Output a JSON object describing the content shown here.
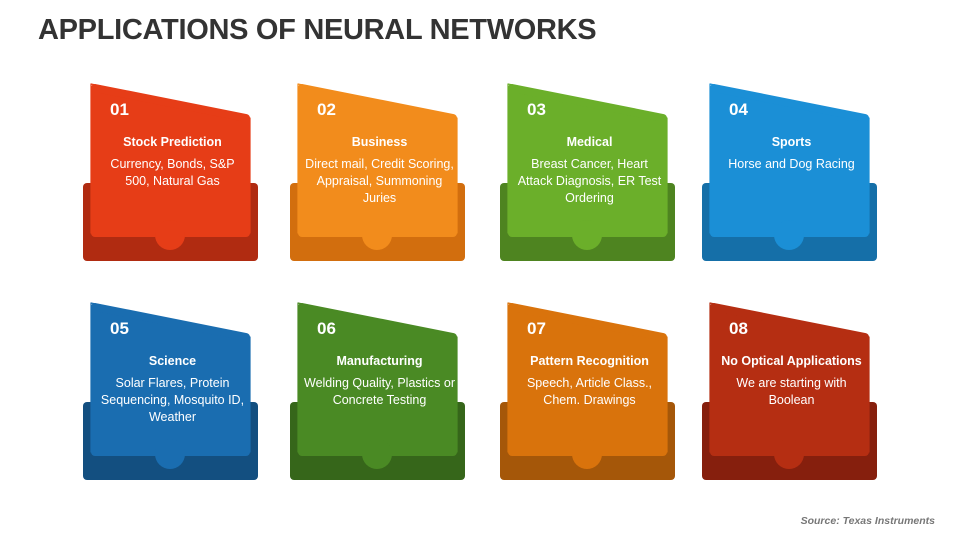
{
  "title": "APPLICATIONS OF NEURAL NETWORKS",
  "source": "Source: Texas Instruments",
  "cards": [
    {
      "number": "01",
      "title": "Stock Prediction",
      "body": "Currency, Bonds, S&P 500, Natural Gas",
      "color": "#E63D17",
      "dark": "#B02B11"
    },
    {
      "number": "02",
      "title": "Business",
      "body": "Direct mail, Credit Scoring, Appraisal, Summoning Juries",
      "color": "#F28C1C",
      "dark": "#D26E0E"
    },
    {
      "number": "03",
      "title": "Medical",
      "body": "Breast Cancer, Heart Attack Diagnosis, ER Test Ordering",
      "color": "#6BAF2A",
      "dark": "#4E8420"
    },
    {
      "number": "04",
      "title": "Sports",
      "body": "Horse and Dog Racing",
      "color": "#1B8FD6",
      "dark": "#156FA8"
    },
    {
      "number": "05",
      "title": "Science",
      "body": "Solar Flares, Protein Sequencing, Mosquito ID, Weather",
      "color": "#1A6DB0",
      "dark": "#134F80"
    },
    {
      "number": "06",
      "title": "Manufacturing",
      "body": "Welding Quality, Plastics or Concrete Testing",
      "color": "#4A8A24",
      "dark": "#36661A"
    },
    {
      "number": "07",
      "title": "Pattern Recognition",
      "body": "Speech, Article Class., Chem. Drawings",
      "color": "#D9730C",
      "dark": "#A55709"
    },
    {
      "number": "08",
      "title": "No Optical Applications",
      "body": "We are starting with Boolean",
      "color": "#B52E12",
      "dark": "#861F0D"
    }
  ]
}
